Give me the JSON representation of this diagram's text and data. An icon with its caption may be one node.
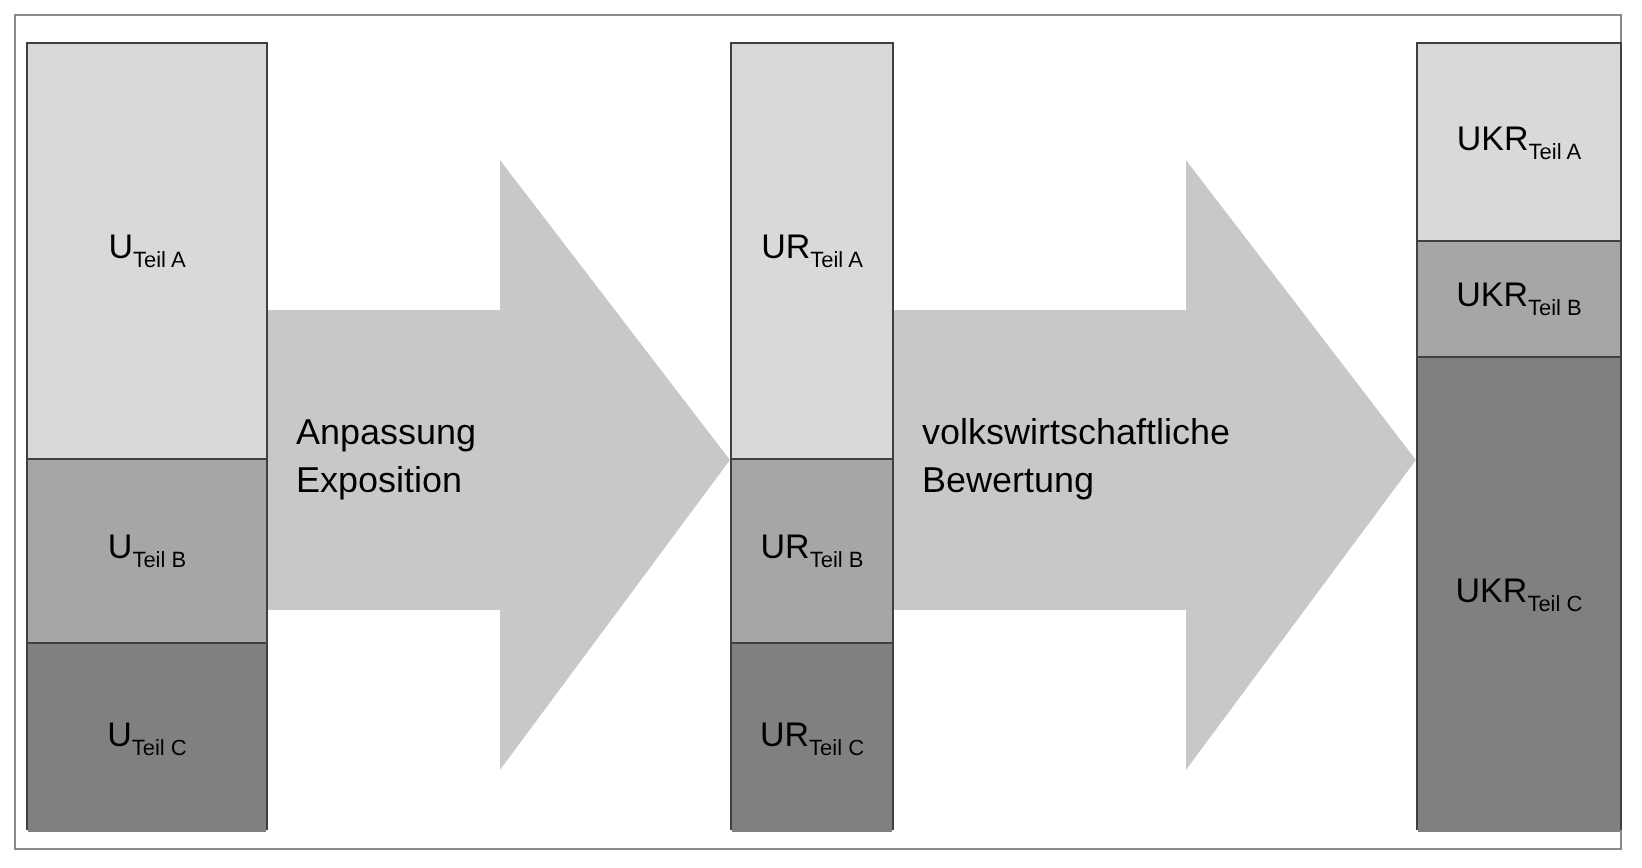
{
  "diagram": {
    "nodes": [
      {
        "text": [],
        "shape": "bar"
      },
      {
        "text": [
          "U$_{Teil A}$"
        ],
        "in": 0
      },
      {
        "text": [
          "U$_{Teil B}$"
        ],
        "in": 0
      },
      {
        "text": [
          "U$_{Teil C}$"
        ],
        "in": 0
      },
      {
        "text": [],
        "shape": "bar"
      },
      {
        "text": [
          "UR$_{Teil A}$"
        ],
        "in": 4
      },
      {
        "text": [
          "UR$_{Teil B}$"
        ],
        "in": 4
      },
      {
        "text": [
          "UR$_{Teil C}$"
        ],
        "in": 4
      },
      {
        "text": [],
        "shape": "bar"
      },
      {
        "text": [
          "UKR$_{Teil A}$"
        ],
        "in": 8
      },
      {
        "text": [
          "UKR$_{Teil B}$"
        ],
        "in": 8
      },
      {
        "text": [
          "UKR$_{Teil C}$"
        ],
        "in": 8
      }
    ],
    "edges": [
      {
        "from": 0,
        "to": 4,
        "arrow": "to",
        "label": "Anpassung Exposition"
      },
      {
        "from": 4,
        "to": 8,
        "arrow": "to",
        "label": "volkswirtschaftliche Bewertung"
      }
    ]
  }
}
